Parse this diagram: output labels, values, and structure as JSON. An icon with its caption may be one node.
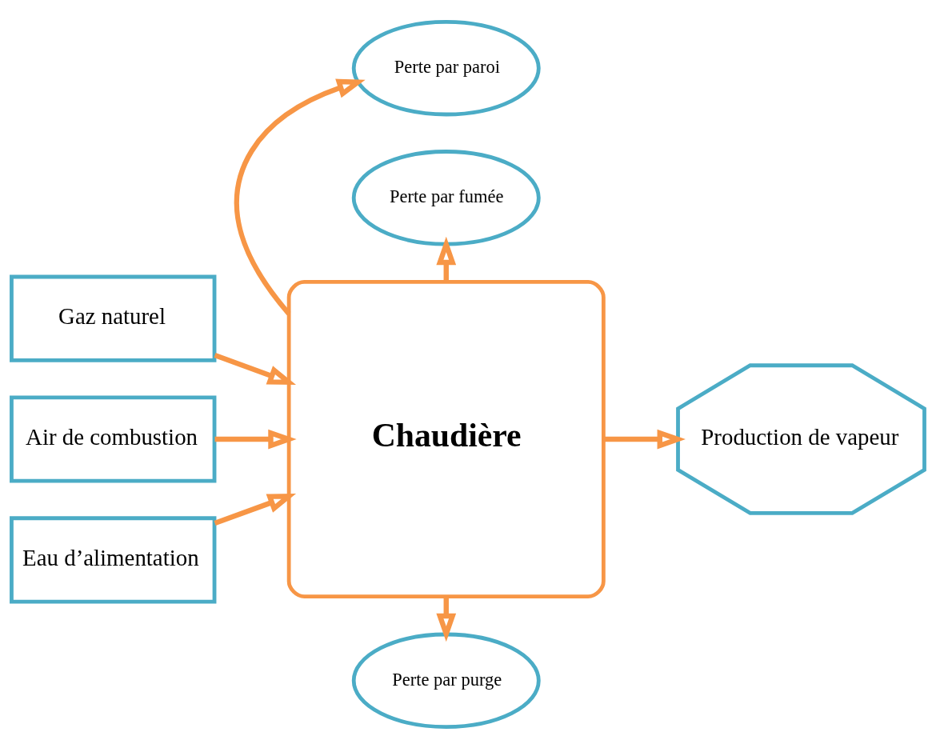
{
  "diagram": {
    "nodes": [
      {
        "text": [
          "Gaz naturel"
        ]
      },
      {
        "text": [
          "Air de combustion"
        ]
      },
      {
        "text": [
          "Eau d’alimentation"
        ]
      },
      {
        "text": [
          "Chaudière"
        ]
      },
      {
        "text": [
          "Perte par paroi"
        ]
      },
      {
        "text": [
          "Perte par fumée"
        ]
      },
      {
        "text": [
          "Production de vapeur"
        ]
      },
      {
        "text": [
          "Perte par purge"
        ]
      }
    ],
    "edges": [
      {
        "from": 0,
        "to": 3,
        "arrow": "to"
      },
      {
        "from": 1,
        "to": 3,
        "arrow": "to"
      },
      {
        "from": 2,
        "to": 3,
        "arrow": "to"
      },
      {
        "from": 3,
        "to": 4,
        "arrow": "to"
      },
      {
        "from": 3,
        "to": 5,
        "arrow": "to"
      },
      {
        "from": 3,
        "to": 6,
        "arrow": "to"
      },
      {
        "from": 3,
        "to": 7,
        "arrow": "to"
      }
    ]
  }
}
